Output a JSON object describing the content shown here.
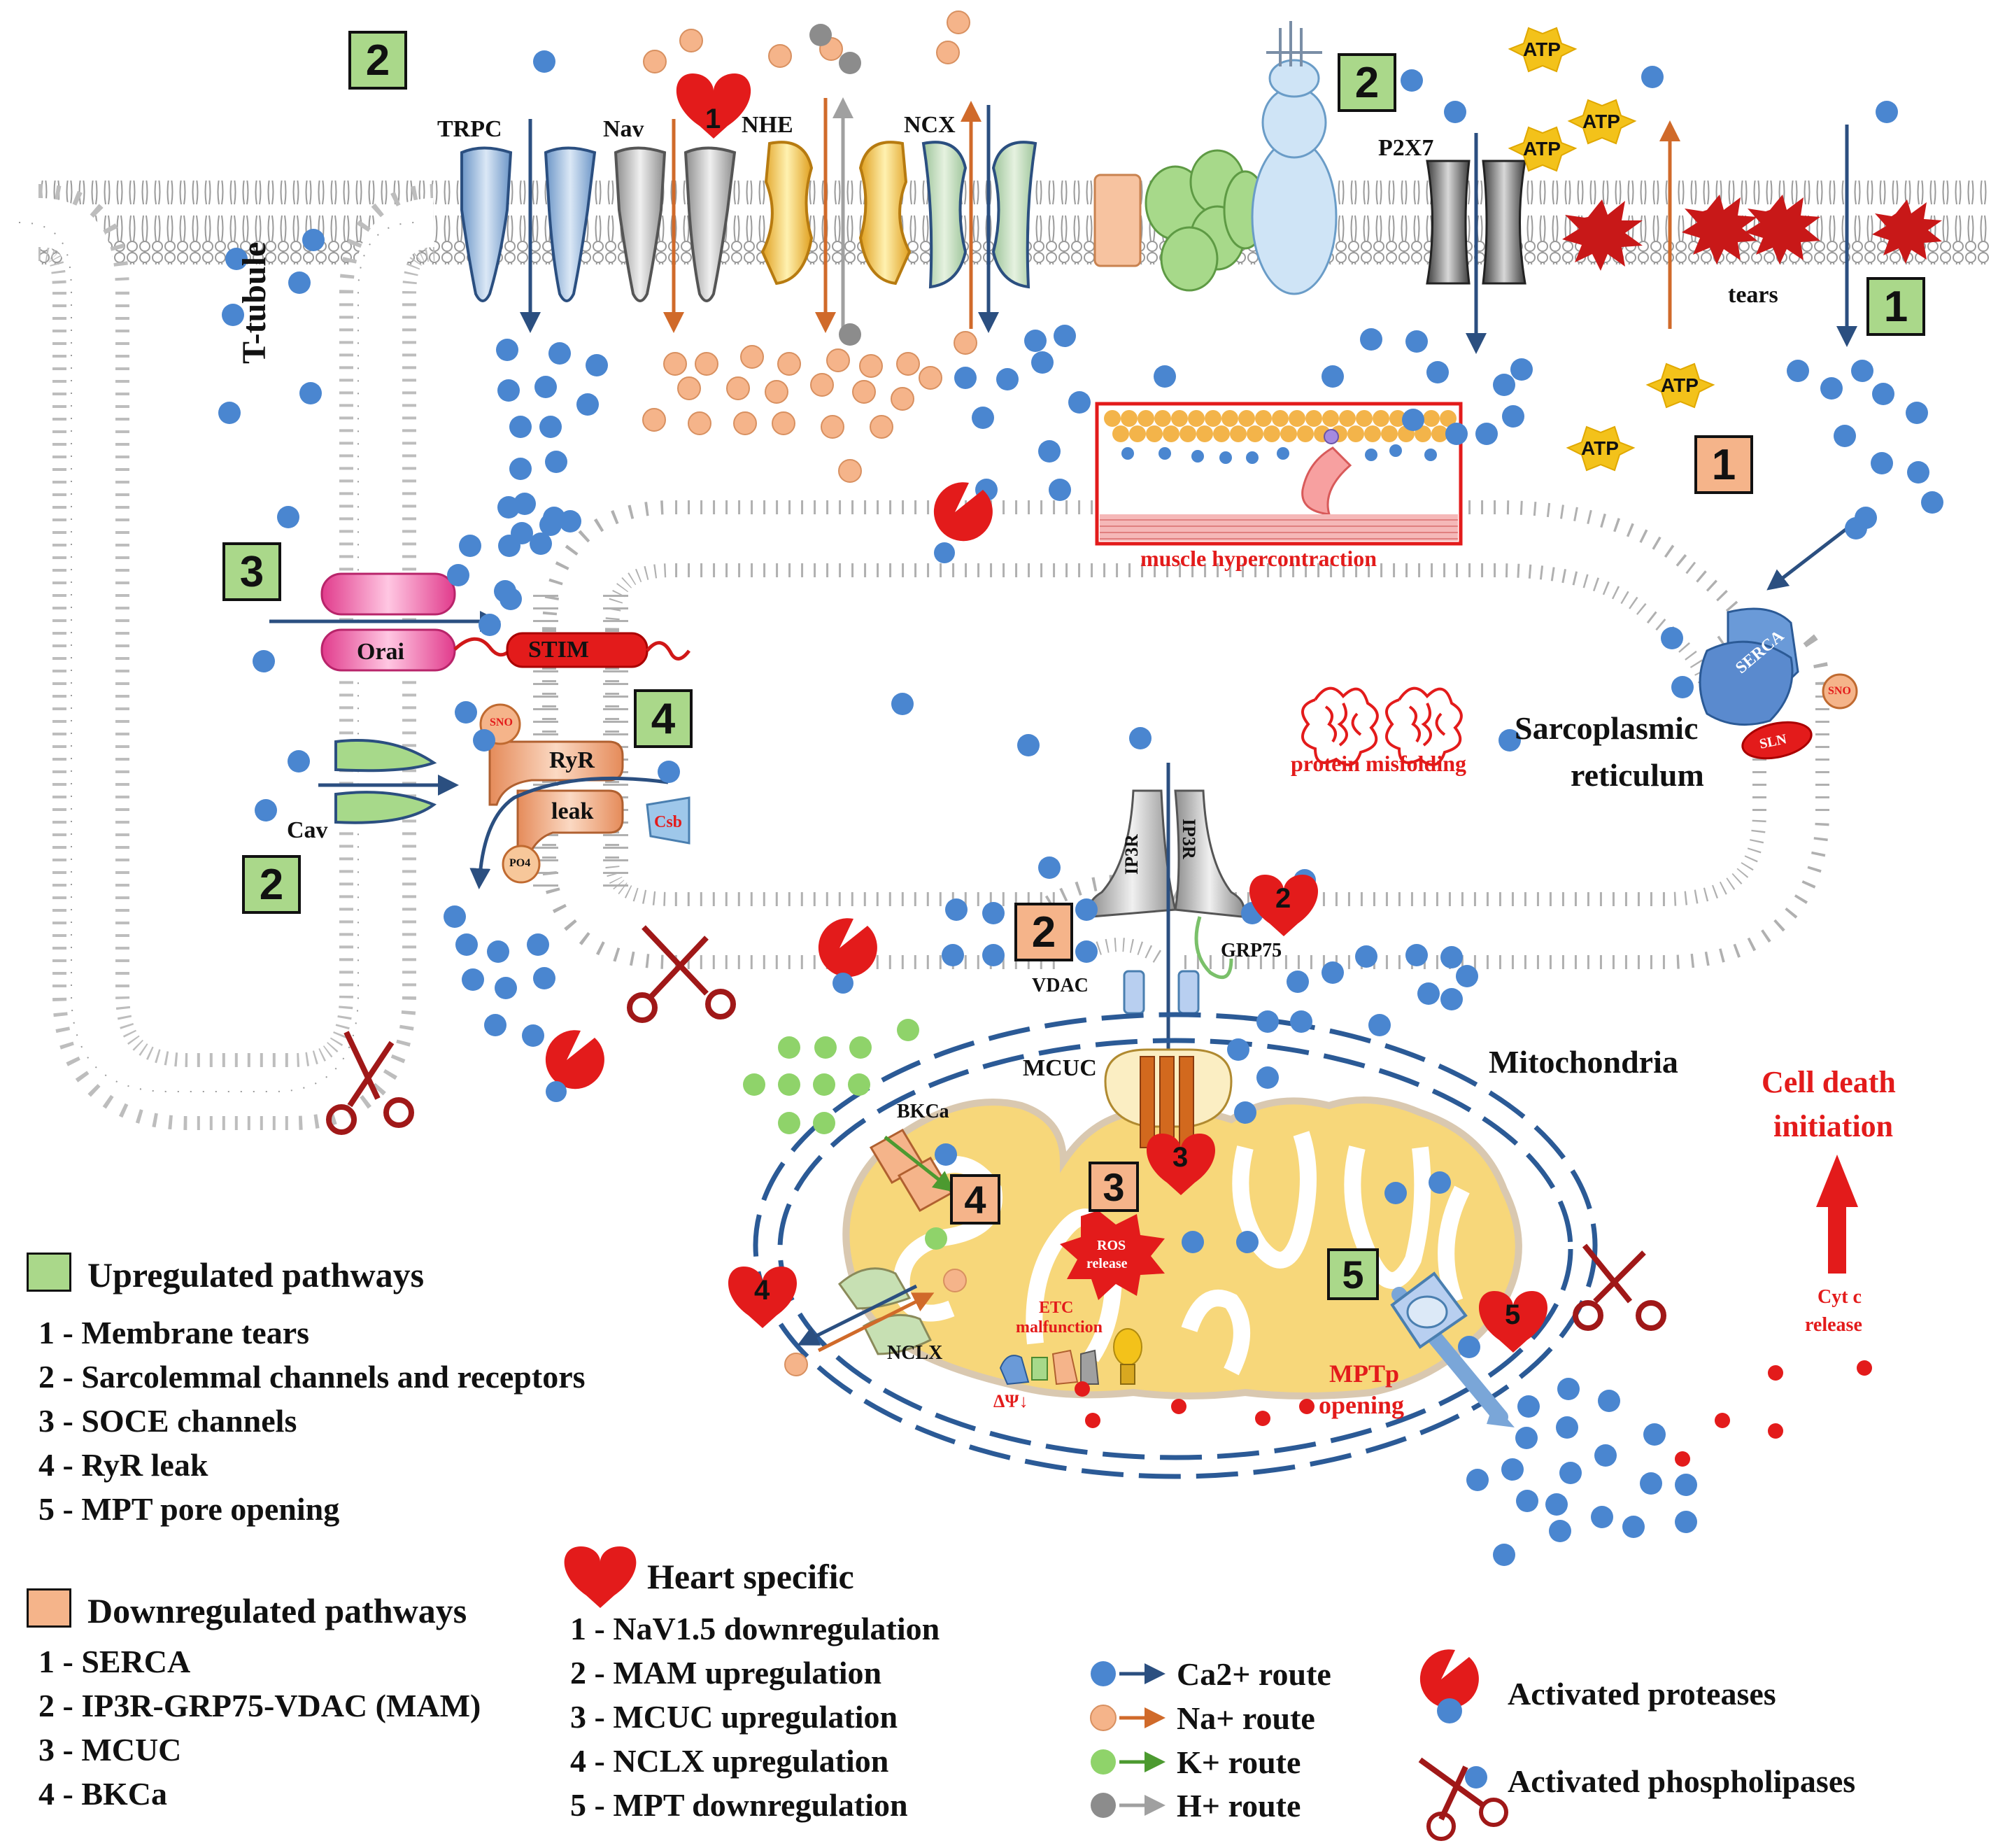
{
  "diagram": {
    "labels": {
      "t_tubule": "T-tubule",
      "trpc": "TRPC",
      "nav": "Nav",
      "nhe": "NHE",
      "ncx": "NCX",
      "p2x7": "P2X7",
      "tears": "tears",
      "orai": "Orai",
      "stim": "STIM",
      "cav": "Cav",
      "ryr": "RyR",
      "leak": "leak",
      "sno": "SNO",
      "po4": "PO4",
      "csb": "Csb",
      "serca": "SERCA",
      "sln": "SLN",
      "ip3r": "IP3R",
      "grp75": "GRP75",
      "vdac": "VDAC",
      "mcuc": "MCUC",
      "bkca": "BKCa",
      "nclx": "NCLX",
      "mitochondria": "Mitochondria",
      "sarcoplasmic": "Sarcoplasmic",
      "reticulum": "reticulum",
      "muscle_hypercontraction": "muscle hypercontraction",
      "protein_misfolding": "protein misfolding",
      "ros": "ROS",
      "release": "release",
      "etc": "ETC",
      "malfunction": "malfunction",
      "delta_psi": "ΔΨ↓",
      "mptp": "MPTp",
      "opening": "opening",
      "cell_death_1": "Cell death",
      "cell_death_2": "initiation",
      "cyt_c_1": "Cyt c",
      "cyt_c_2": "release",
      "atp": "ATP"
    },
    "green_badges": [
      "2",
      "2",
      "1",
      "3",
      "4",
      "2",
      "5"
    ],
    "orange_badges": [
      "1",
      "2",
      "3",
      "4"
    ],
    "hearts": [
      "1",
      "2",
      "3",
      "4",
      "5"
    ]
  },
  "legend": {
    "upregulated": {
      "title": "Upregulated pathways",
      "items": [
        "1 - Membrane tears",
        "2 - Sarcolemmal channels and receptors",
        "3 - SOCE channels",
        "4 - RyR leak",
        "5 - MPT pore opening"
      ]
    },
    "downregulated": {
      "title": "Downregulated pathways",
      "items": [
        "1 - SERCA",
        "2 - IP3R-GRP75-VDAC (MAM)",
        "3 - MCUC",
        "4 - BKCa"
      ]
    },
    "heart_specific": {
      "title": "Heart specific",
      "items": [
        "1 - NaV1.5 downregulation",
        "2 - MAM upregulation",
        "3 - MCUC upregulation",
        "4 - NCLX upregulation",
        "5 - MPT downregulation"
      ]
    },
    "routes": [
      {
        "label": "Ca2+ route",
        "color": "#4a86d0",
        "arrow": "#2b4f80"
      },
      {
        "label": "Na+ route",
        "color": "#f5b48a",
        "arrow": "#d06a2a"
      },
      {
        "label": "K+ route",
        "color": "#8fd36a",
        "arrow": "#4c9a30"
      },
      {
        "label": "H+ route",
        "color": "#8c8c8c",
        "arrow": "#9a9a9a"
      }
    ],
    "proteases": "Activated proteases",
    "phospholipases": "Activated phospholipases"
  },
  "colors": {
    "calcium": "#4a86d0",
    "sodium": "#f5b48a",
    "potassium": "#8fd36a",
    "proton": "#8c8c8c",
    "upregulated": "#aad88a",
    "downregulated": "#f5b48a",
    "red": "#e31b1b",
    "mito_fill": "#f7d77a"
  }
}
